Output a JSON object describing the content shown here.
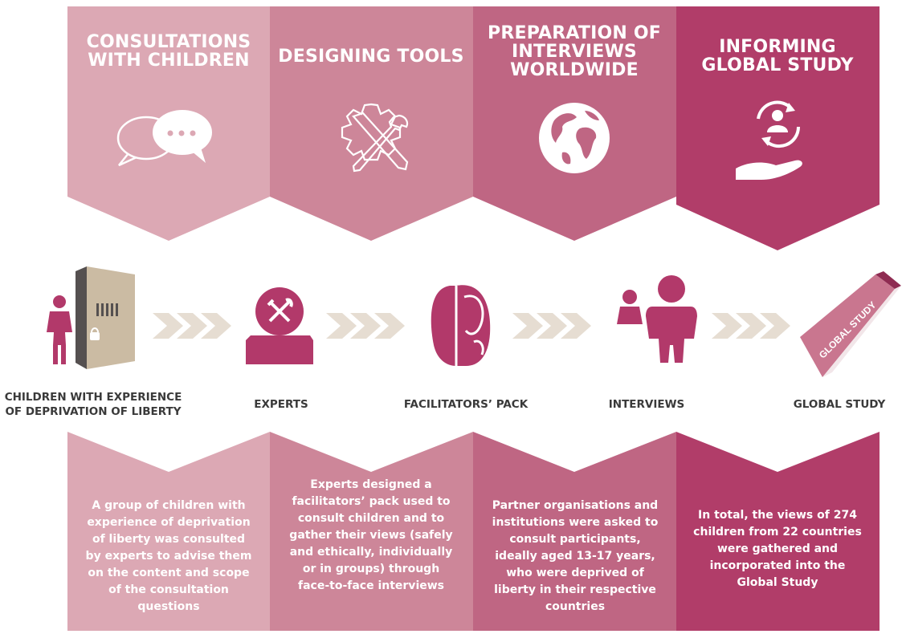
{
  "colors": {
    "col1": "#dca8b4",
    "col2": "#cd8699",
    "col3": "#bf6683",
    "col4": "#b13d69",
    "accent": "#b2396a",
    "chevron": "#e6ddd2",
    "door": "#cbbba3",
    "label": "#3a3a3a"
  },
  "top_columns": [
    {
      "title": "CONSULTATIONS WITH CHILDREN",
      "icon": "speech-bubbles-icon"
    },
    {
      "title": "DESIGNING TOOLS",
      "icon": "gear-tools-icon"
    },
    {
      "title": "PREPARATION OF INTERVIEWS WORLDWIDE",
      "icon": "globe-icon"
    },
    {
      "title": "INFORMING GLOBAL STUDY",
      "icon": "person-in-hand-icon"
    }
  ],
  "stages": [
    {
      "label": "CHILDREN WITH EXPERIENCE OF DEPRIVATION OF LIBERTY",
      "icon": "child-at-door-icon"
    },
    {
      "label": "EXPERTS",
      "icon": "expert-icon"
    },
    {
      "label": "FACILITATORS’ PACK",
      "icon": "backpack-icon"
    },
    {
      "label": "INTERVIEWS",
      "icon": "interview-people-icon"
    },
    {
      "label": "GLOBAL STUDY",
      "icon": "book-icon"
    }
  ],
  "book_text": "GLOBAL STUDY",
  "bottom_columns": [
    {
      "text": "A group of children with experience of deprivation of liberty was consulted by experts to advise them on the content and scope of the consultation questions"
    },
    {
      "text": "Experts designed a facilitators’ pack used to consult children and to gather their views (safely and ethically, individually or in groups) through face-to-face interviews"
    },
    {
      "text": "Partner organisations and institutions were asked to consult participants, ideally aged 13-17 years, who were deprived of liberty in their respective countries"
    },
    {
      "text": "In total, the views of 274 children from 22 countries were gathered and incorporated into the Global Study"
    }
  ]
}
